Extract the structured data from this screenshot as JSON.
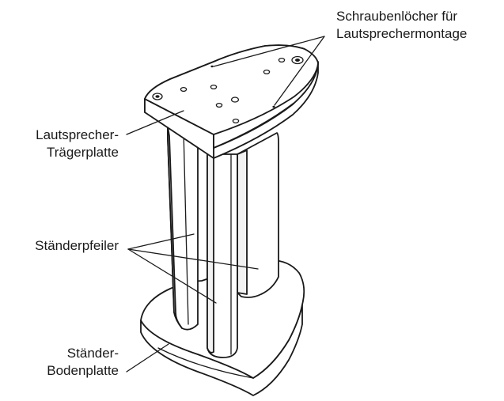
{
  "labels": {
    "screw_holes": {
      "line1": "Schraubenlöcher für",
      "line2": "Lautsprechermontage"
    },
    "carrier_plate": {
      "line1": "Lautsprecher-",
      "line2": "Trägerplatte"
    },
    "pillar": {
      "line1": "Ständerpfeiler"
    },
    "base_plate": {
      "line1": "Ständer-",
      "line2": "Bodenplatte"
    }
  },
  "colors": {
    "line": "#1a1a1a",
    "fill": "#ffffff",
    "shade": "#f2f2f2"
  }
}
